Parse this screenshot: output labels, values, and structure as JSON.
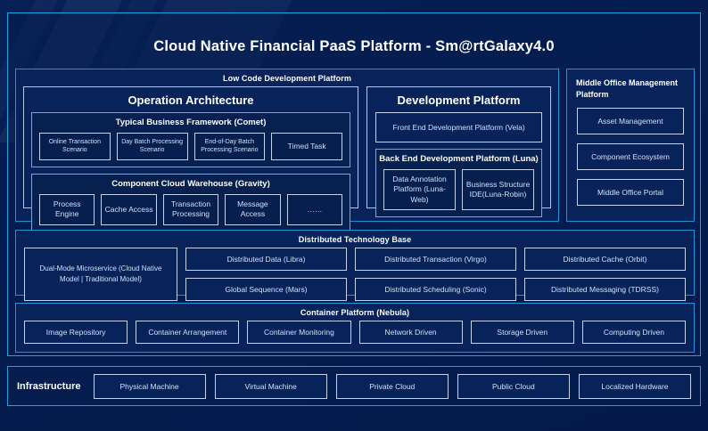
{
  "header": {
    "title": "Cloud Native Financial PaaS Platform - Sm@rtGalaxy4.0"
  },
  "low_code": {
    "title": "Low Code Development Platform",
    "operation_architecture": {
      "title": "Operation Architecture",
      "groups": [
        {
          "title": "Typical Business Framework (Comet)",
          "items": [
            "Online Transaction Scenario",
            "Day Batch Processing Scenario",
            "End-of-Day Batch Processing Scenario",
            "Timed Task"
          ]
        },
        {
          "title": "Component Cloud Warehouse (Gravity)",
          "items": [
            "Process Engine",
            "Cache Access",
            "Transaction Processing",
            "Message Access",
            "……"
          ]
        }
      ]
    },
    "development_platform": {
      "title": "Development Platform",
      "front_end": "Front End Development Platform (Vela)",
      "back_end": {
        "title": "Back End Development Platform (Luna)",
        "items": [
          "Data Annotation Platform (Luna-Web)",
          "Business Structure IDE(Luna-Robin)"
        ]
      }
    }
  },
  "middle_office": {
    "title": "Middle Office Management Platform",
    "items": [
      "Asset Management",
      "Component Ecosystem",
      "Middle Office Portal"
    ]
  },
  "distributed_technology_base": {
    "title": "Distributed Technology Base",
    "highlight": "Dual-Mode Microservice (Cloud Native Model | Traditional Model)",
    "columns": [
      [
        "Distributed Data (Libra)",
        "Global Sequence (Mars)"
      ],
      [
        "Distributed Transaction (Virgo)",
        "Distributed Scheduling (Sonic)"
      ],
      [
        "Distributed Cache (Orbit)",
        "Distributed Messaging (TDRSS)"
      ]
    ]
  },
  "container_platform": {
    "title": "Container Platform (Nebula)",
    "items": [
      "Image Repository",
      "Container Arrangement",
      "Container Monitoring",
      "Network Driven",
      "Storage Driven",
      "Computing Driven"
    ]
  },
  "infrastructure": {
    "label": "Infrastructure",
    "items": [
      "Physical Machine",
      "Virtual Machine",
      "Private Cloud",
      "Public Cloud",
      "Localized Hardware"
    ]
  },
  "colors": {
    "background": "#051c4d",
    "accent_border": "#1fa3e0",
    "panel_fill": "#072359",
    "chip_border": "#c6d3ec",
    "chip_text": "#cfe0f7",
    "title_text": "#ffffff"
  }
}
